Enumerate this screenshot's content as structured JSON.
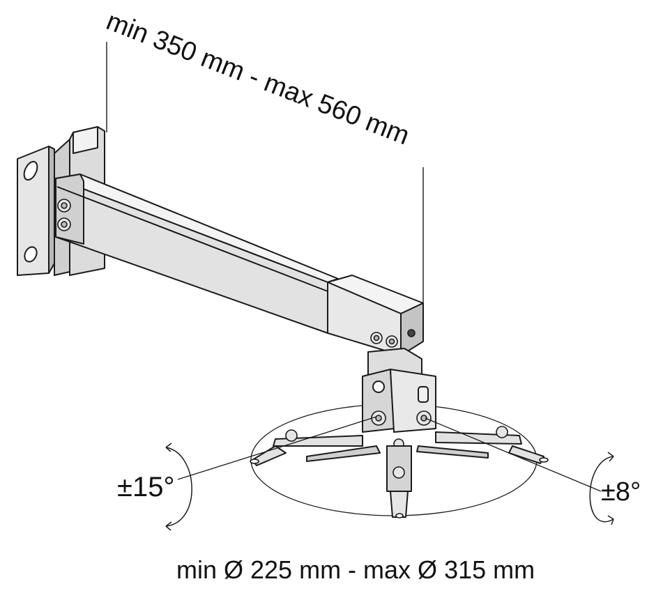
{
  "labels": {
    "arm_length": "min 350 mm - max 560 mm",
    "tilt_left": "±15°",
    "tilt_right": "±8°",
    "plate_diameter": "min Ø 225 mm - max Ø 315 mm"
  },
  "colors": {
    "line": "#1a1a1a",
    "metal_light": "#e6e6e6",
    "metal_mid": "#c8c8c8",
    "metal_dark": "#9a9a9a",
    "background": "#ffffff"
  },
  "icons": [
    "rotation-arrow-icon",
    "bolt-icon"
  ]
}
